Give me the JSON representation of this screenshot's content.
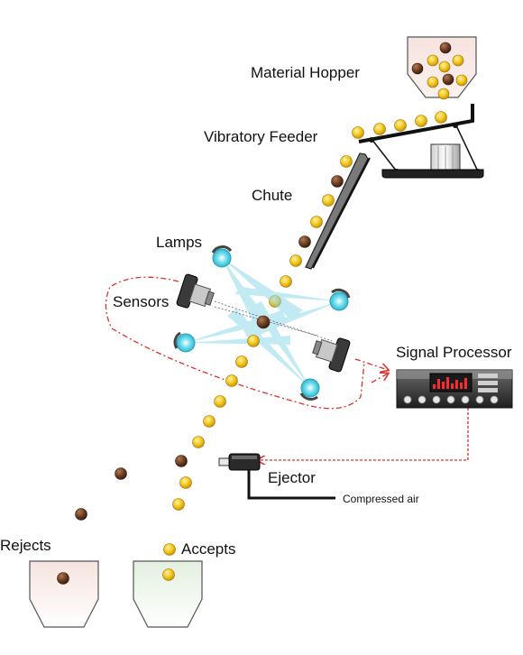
{
  "labels": {
    "material_hopper": "Material Hopper",
    "vibratory_feeder": "Vibratory Feeder",
    "chute": "Chute",
    "lamps": "Lamps",
    "sensors": "Sensors",
    "signal_processor": "Signal Processor",
    "ejector": "Ejector",
    "compressed_air": "Compressed air",
    "rejects": "Rejects",
    "accepts": "Accepts"
  },
  "colors": {
    "good_item": "#f2c215",
    "bad_item": "#6b3d22",
    "beam": "#7fd4e6",
    "signal_line": "#e0302a",
    "reject_bin": "#f6e3df",
    "accept_bin": "#e3f0df",
    "hopper": "#f6e3df"
  },
  "icons": {
    "lamp": "lamp-icon",
    "sensor": "camera-sensor-icon",
    "processor": "signal-processor-icon",
    "ejector": "air-ejector-icon"
  }
}
